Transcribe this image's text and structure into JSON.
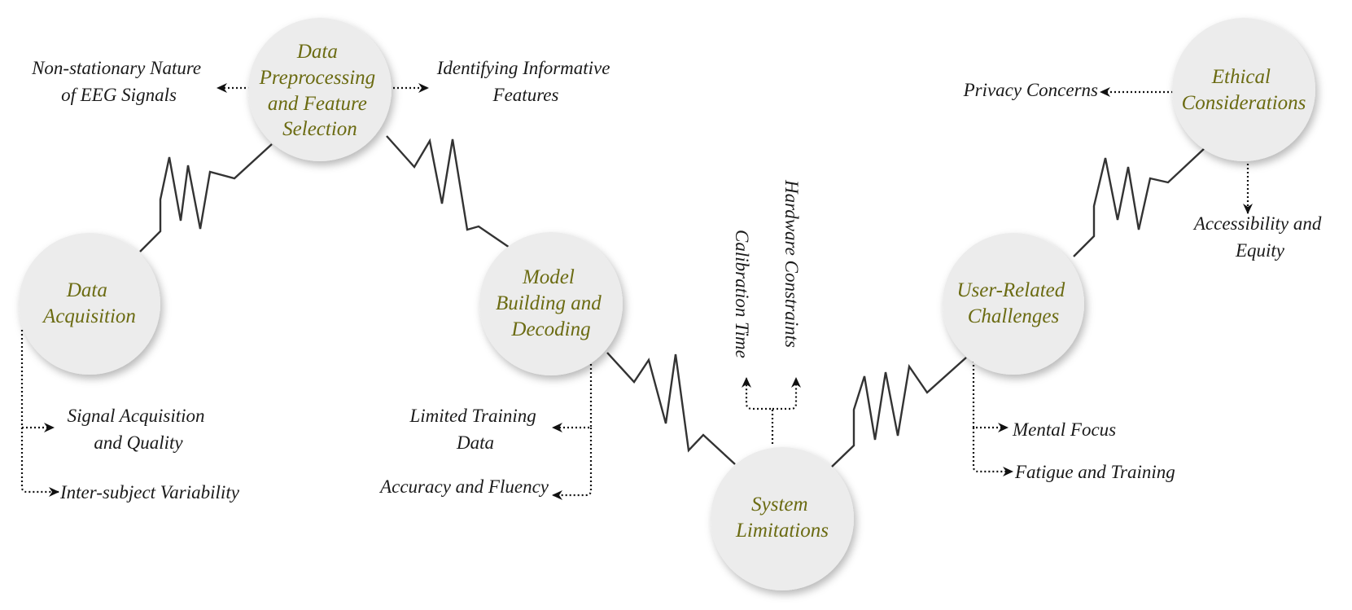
{
  "colors": {
    "node_fill": "#ececec",
    "node_text": "#6b6b12",
    "label_text": "#1a1a1a",
    "connector": "#333333"
  },
  "nodes": {
    "data_acquisition": [
      "Data",
      "Acquisition"
    ],
    "data_preprocessing": [
      "Data",
      "Preprocessing",
      "and Feature",
      "Selection"
    ],
    "model_building": [
      "Model",
      "Building and",
      "Decoding"
    ],
    "system_limitations": [
      "System",
      "Limitations"
    ],
    "user_related": [
      "User-Related",
      "Challenges"
    ],
    "ethical": [
      "Ethical",
      "Considerations"
    ]
  },
  "challenges": {
    "non_stationary": [
      "Non-stationary Nature",
      "of EEG Signals"
    ],
    "identifying_features": [
      "Identifying Informative",
      "Features"
    ],
    "signal_quality": [
      "Signal Acquisition",
      "and Quality"
    ],
    "inter_subject": [
      "Inter-subject Variability"
    ],
    "limited_training": [
      "Limited Training",
      "Data"
    ],
    "accuracy_fluency": [
      "Accuracy and Fluency"
    ],
    "calibration_time": "Calibration Time",
    "hardware_constraints": "Hardware Constraints",
    "mental_focus": [
      "Mental Focus"
    ],
    "fatigue_training": [
      "Fatigue and Training"
    ],
    "privacy": [
      "Privacy Concerns"
    ],
    "accessibility": [
      "Accessibility and",
      "Equity"
    ]
  }
}
